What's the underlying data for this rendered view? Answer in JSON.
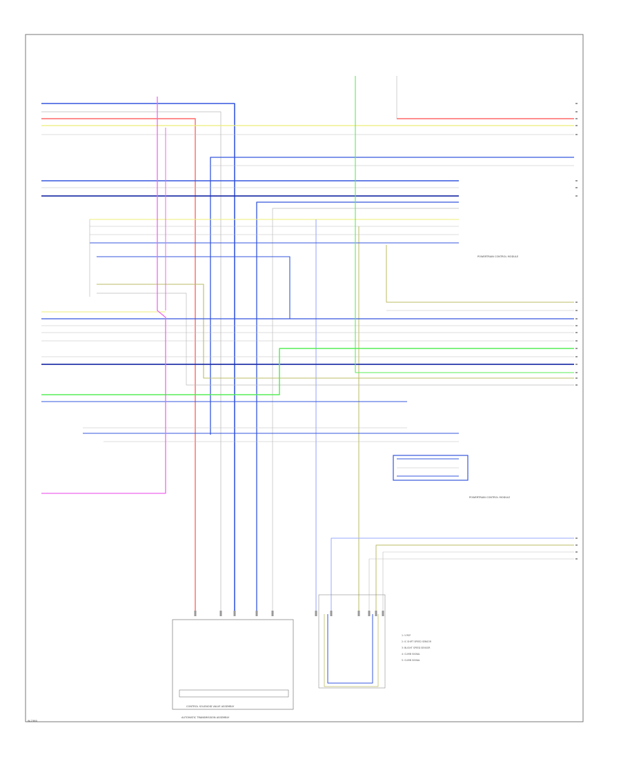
{
  "colors": {
    "blue": "#3355dd",
    "dark_blue": "#2233aa",
    "red": "#ff6666",
    "yellow": "#eeee77",
    "green": "#55ee55",
    "pink": "#ee66ee",
    "olive": "#bbbb66",
    "gray": "#bbbbbb",
    "light_blue": "#99aaff",
    "frame": "#777777"
  },
  "components": {
    "control_solenoid_valve_assembly": "CONTROL SOLENOID VALVE ASSEMBLY",
    "automatic_transmission_assembly": "AUTOMATIC TRANSMISSION ASSEMBLY",
    "powertrain_control_module_right": "POWERTRAIN CONTROL MODULE",
    "powertrain_control_module_left": "POWERTRAIN CONTROL MODULE"
  },
  "legend": {
    "items": [
      "1: V REF",
      "2: IC SHIFT SPEED SENSOR",
      "3: BLIGHT SPEED SENSOR",
      "4: CLIMB SIGNAL",
      "5: CLIMB SIGNAL"
    ]
  },
  "page_code": "W-2360"
}
